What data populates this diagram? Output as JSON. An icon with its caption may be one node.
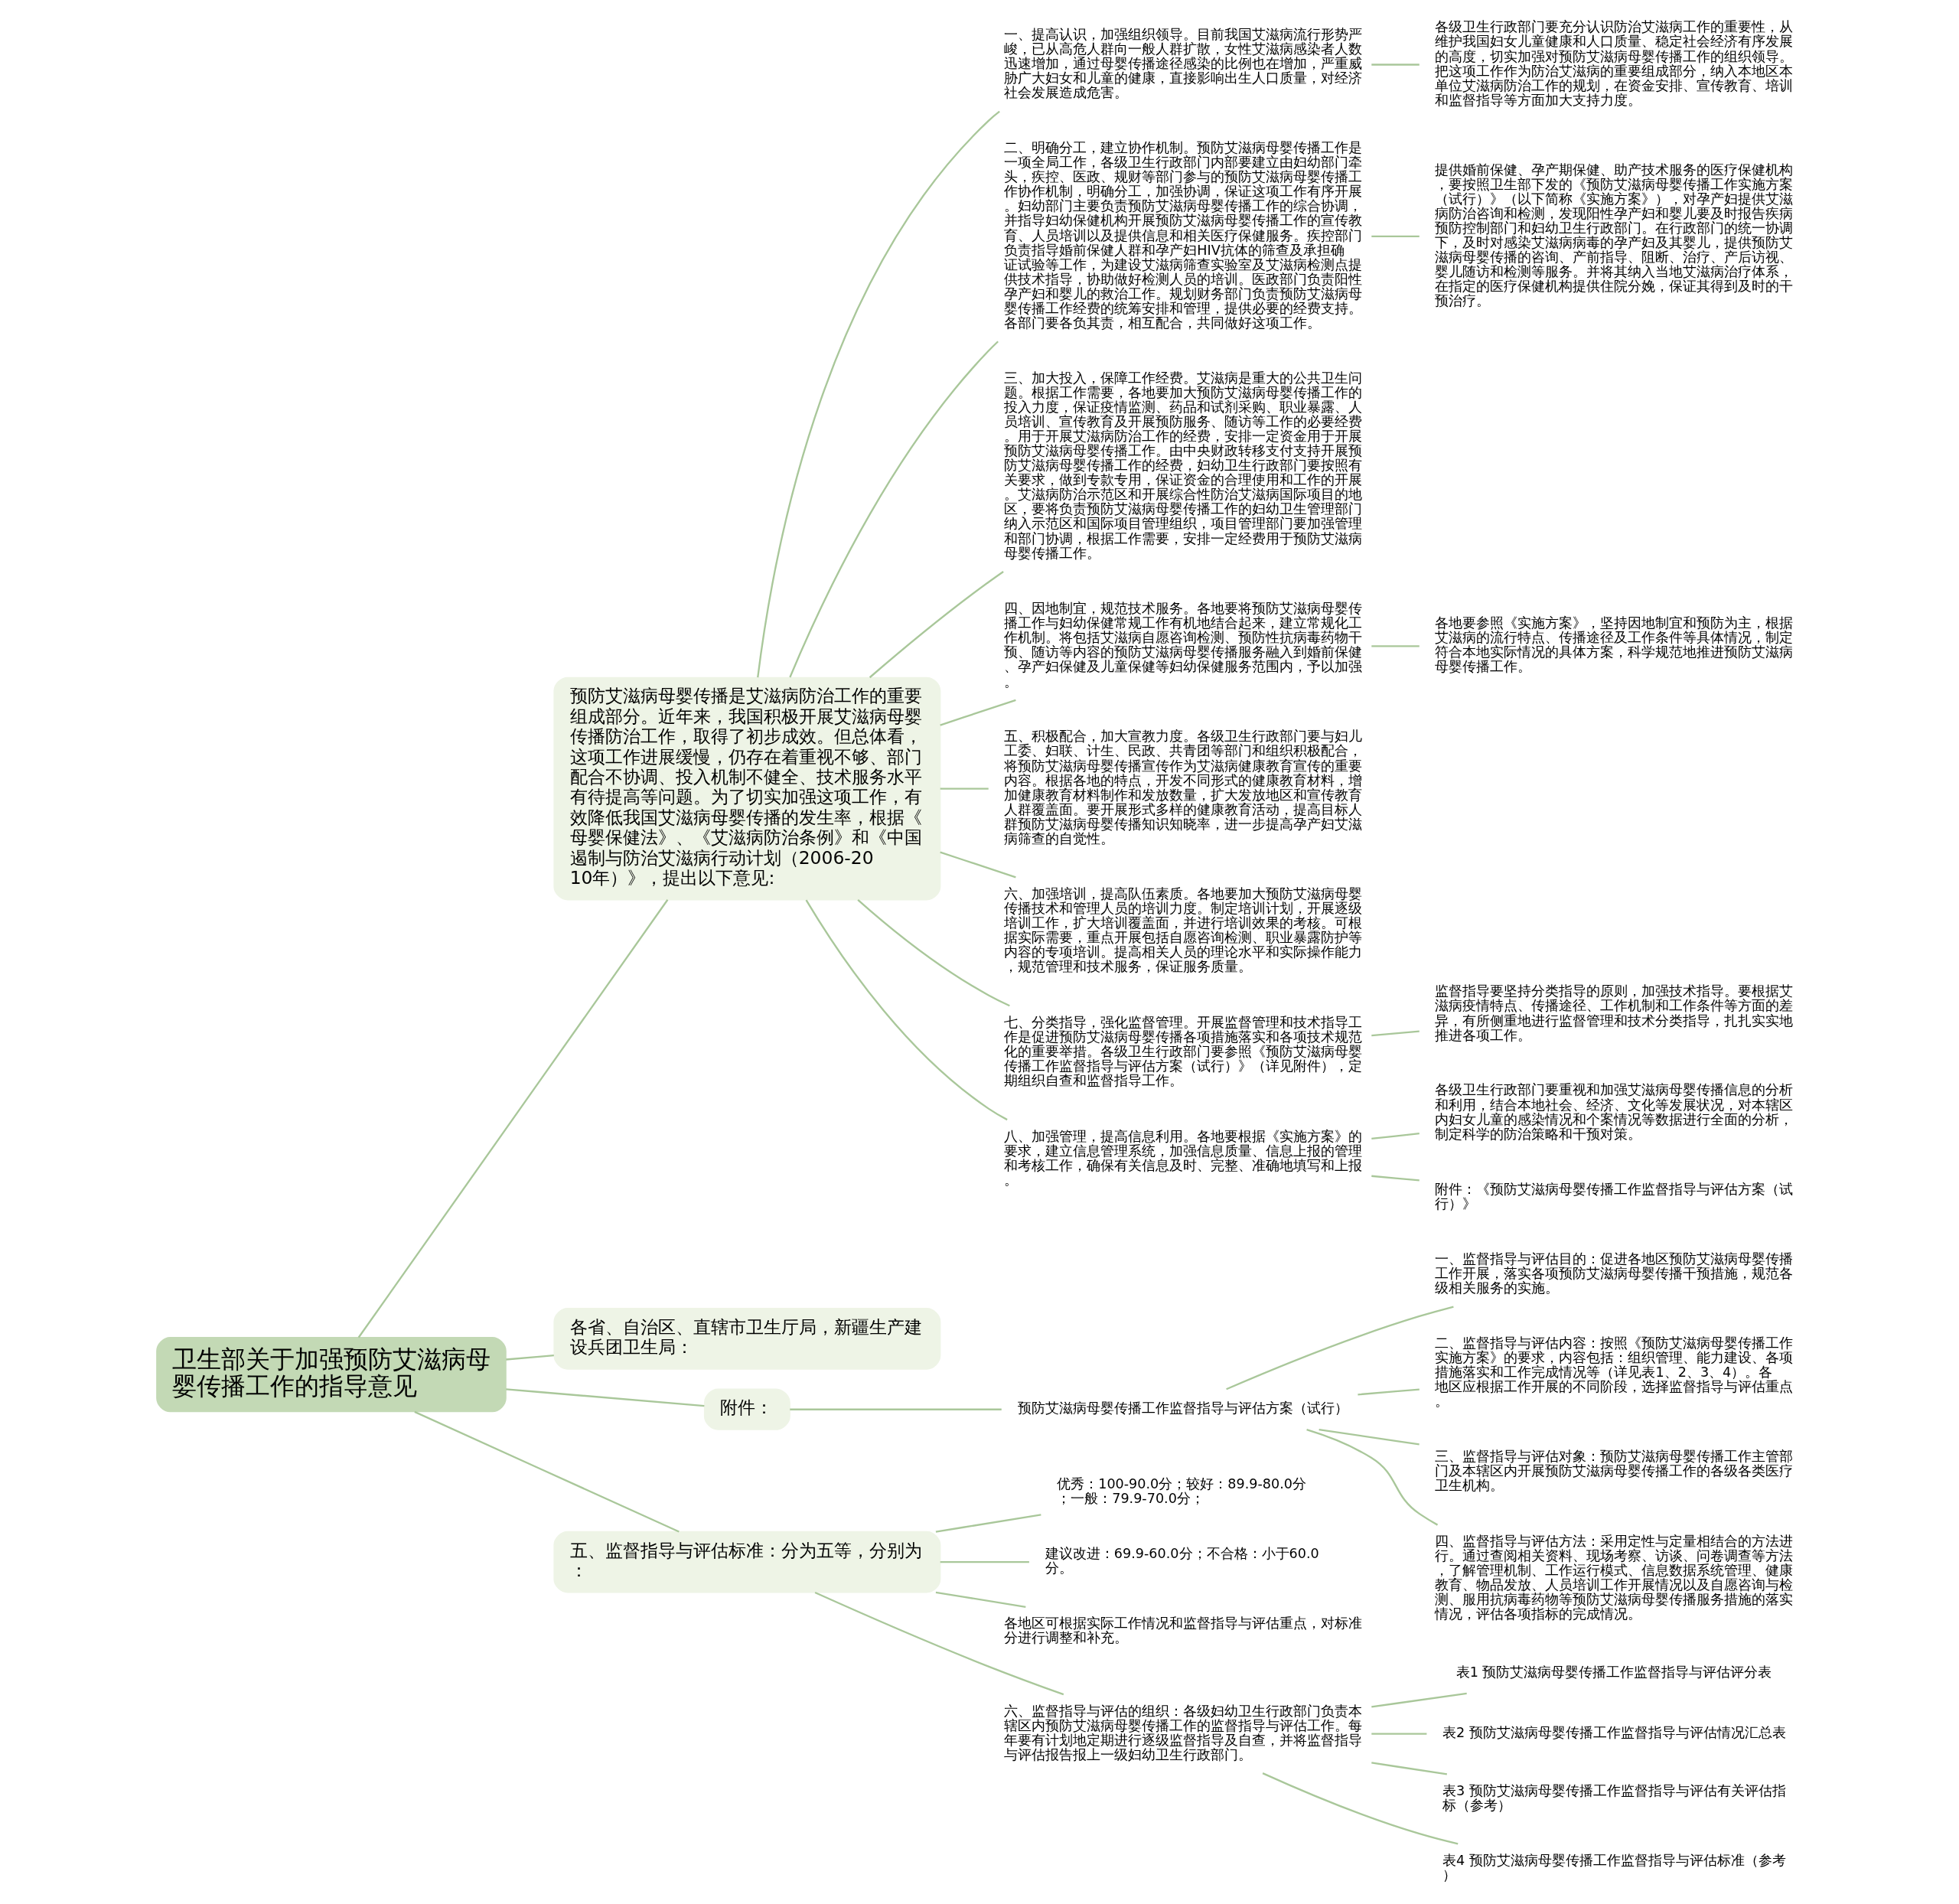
{
  "diagram": {
    "nodes": [
      {
        "text": [
          "卫生部关于加强预防艾滋病母婴传播工作的指导意见"
        ]
      },
      {
        "text": [
          "预防艾滋病母婴传播是艾滋病防治工作的重要组成部分。近年来，我国积极开展艾滋病母婴传播防治工作，取得了初步成效。但总体看，这项工作进展缓慢，仍存在着重视不够、部门配合不协调、投入机制不健全、技术服务水平有待提高等问题。为了切实加强这项工作，有效降低我国艾滋病母婴传播的发生率，根据《母婴保健法》、《艾滋病防治条例》和《中国遏制与防治艾滋病行动计划（2006-2010年）》，提出以下意见:"
        ]
      },
      {
        "text": [
          "一、提高认识，加强组织领导。目前我国艾滋病流行形势严峻，已从高危人群向一般人群扩散，女性艾滋病感染者人数迅速增加，通过母婴传播途径感染的比例也在增加，严重威胁广大妇女和儿童的健康，直接影响出生人口质量，对经济社会发展造成危害。"
        ]
      },
      {
        "text": [
          "各级卫生行政部门要充分认识防治艾滋病工作的重要性，从维护我国妇女儿童健康和人口质量、稳定社会经济有序发展的高度，切实加强对预防艾滋病母婴传播工作的组织领导。把这项工作作为防治艾滋病的重要组成部分，纳入本地区本单位艾滋病防治工作的规划，在资金安排、宣传教育、培训和监督指导等方面加大支持力度。"
        ]
      },
      {
        "text": [
          "二、明确分工，建立协作机制。预防艾滋病母婴传播工作是一项全局工作，各级卫生行政部门内部要建立由妇幼部门牵头，疾控、医政、规财等部门参与的预防艾滋病母婴传播工作协作机制，明确分工，加强协调，保证这项工作有序开展。妇幼部门主要负责预防艾滋病母婴传播工作的综合协调，并指导妇幼保健机构开展预防艾滋病母婴传播工作的宣传教育、人员培训以及提供信息和相关医疗保健服务。疾控部门负责指导婚前保健人群和孕产妇HIV抗体的筛查及承担确证试验等工作，为建设艾滋病筛查实验室及艾滋病检测点提供技术指导，协助做好检测人员的培训。医政部门负责阳性孕产妇和婴儿的救治工作。规划财务部门负责预防艾滋病母婴传播工作经费的统筹安排和管理，提供必要的经费支持。各部门要各负其责，相互配合，共同做好这项工作。"
        ]
      },
      {
        "text": [
          "提供婚前保健、孕产期保健、助产技术服务的医疗保健机构，要按照卫生部下发的《预防艾滋病母婴传播工作实施方案（试行）》（以下简称《实施方案》），对孕产妇提供艾滋病防治咨询和检测，发现阳性孕产妇和婴儿要及时报告疾病预防控制部门和妇幼卫生行政部门。在行政部门的统一协调下，及时对感染艾滋病病毒的孕产妇及其婴儿，提供预防艾滋病母婴传播的咨询、产前指导、阻断、治疗、产后访视、婴儿随访和检测等服务。并将其纳入当地艾滋病治疗体系，在指定的医疗保健机构提供住院分娩，保证其得到及时的干预治疗。"
        ]
      },
      {
        "text": [
          "三、加大投入，保障工作经费。艾滋病是重大的公共卫生问题。根据工作需要，各地要加大预防艾滋病母婴传播工作的投入力度，保证疫情监测、药品和试剂采购、职业暴露、人员培训、宣传教育及开展预防服务、随访等工作的必要经费。用于开展艾滋病防治工作的经费，安排一定资金用于开展预防艾滋病母婴传播工作。由中央财政转移支付支持开展预防艾滋病母婴传播工作的经费，妇幼卫生行政部门要按照有关要求，做到专款专用，保证资金的合理使用和工作的开展。艾滋病防治示范区和开展综合性防治艾滋病国际项目的地区，要将负责预防艾滋病母婴传播工作的妇幼卫生管理部门纳入示范区和国际项目管理组织，项目管理部门要加强管理和部门协调，根据工作需要，安排一定经费用于预防艾滋病母婴传播工作。"
        ]
      },
      {
        "text": [
          "四、因地制宜，规范技术服务。各地要将预防艾滋病母婴传播工作与妇幼保健常规工作有机地结合起来，建立常规化工作机制。将包括艾滋病自愿咨询检测、预防性抗病毒药物干预、随访等内容的预防艾滋病母婴传播服务融入到婚前保健、孕产妇保健及儿童保健等妇幼保健服务范围内，予以加强。"
        ]
      },
      {
        "text": [
          "各地要参照《实施方案》，坚持因地制宜和预防为主，根据艾滋病的流行特点、传播途径及工作条件等具体情况，制定符合本地实际情况的具体方案，科学规范地推进预防艾滋病母婴传播工作。"
        ]
      },
      {
        "text": [
          "五、积极配合，加大宣教力度。各级卫生行政部门要与妇儿工委、妇联、计生、民政、共青团等部门和组织积极配合，将预防艾滋病母婴传播宣传作为艾滋病健康教育宣传的重要内容。根据各地的特点，开发不同形式的健康教育材料，增加健康教育材料制作和发放数量，扩大发放地区和宣传教育人群覆盖面。要开展形式多样的健康教育活动，提高目标人群预防艾滋病母婴传播知识知晓率，进一步提高孕产妇艾滋病筛查的自觉性。"
        ]
      },
      {
        "text": [
          "六、加强培训，提高队伍素质。各地要加大预防艾滋病母婴传播技术和管理人员的培训力度。制定培训计划，开展逐级培训工作，扩大培训覆盖面，并进行培训效果的考核。可根据实际需要，重点开展包括自愿咨询检测、职业暴露防护等内容的专项培训。提高相关人员的理论水平和实际操作能力，规范管理和技术服务，保证服务质量。"
        ]
      },
      {
        "text": [
          "七、分类指导，强化监督管理。开展监督管理和技术指导工作是促进预防艾滋病母婴传播各项措施落实和各项技术规范化的重要举措。各级卫生行政部门要参照《预防艾滋病母婴传播工作监督指导与评估方案（试行）》（详见附件），定期组织自查和监督指导工作。"
        ]
      },
      {
        "text": [
          "监督指导要坚持分类指导的原则，加强技术指导。要根据艾滋病疫情特点、传播途径、工作机制和工作条件等方面的差异，有所侧重地进行监督管理和技术分类指导，扎扎实实地推进各项工作。"
        ]
      },
      {
        "text": [
          "八、加强管理，提高信息利用。各地要根据《实施方案》的要求，建立信息管理系统，加强信息质量、信息上报的管理和考核工作，确保有关信息及时、完整、准确地填写和上报。"
        ]
      },
      {
        "text": [
          "各级卫生行政部门要重视和加强艾滋病母婴传播信息的分析和利用，结合本地社会、经济、文化等发展状况，对本辖区内妇女儿童的感染情况和个案情况等数据进行全面的分析，制定科学的防治策略和干预对策。"
        ]
      },
      {
        "text": [
          "附件：《预防艾滋病母婴传播工作监督指导与评估方案（试行）》"
        ]
      },
      {
        "text": [
          "各省、自治区、直辖市卫生厅局，新疆生产建设兵团卫生局："
        ]
      },
      {
        "text": [
          "附件："
        ]
      },
      {
        "text": [
          "预防艾滋病母婴传播工作监督指导与评估方案（试行）"
        ]
      },
      {
        "text": [
          "一、监督指导与评估目的：促进各地区预防艾滋病母婴传播工作开展，落实各项预防艾滋病母婴传播干预措施，规范各级相关服务的实施。"
        ]
      },
      {
        "text": [
          "二、监督指导与评估内容：按照《预防艾滋病母婴传播工作实施方案》的要求，内容包括：组织管理、能力建设、各项措施落实和工作完成情况等（详见表1、2、3、4）。各地区应根据工作开展的不同阶段，选择监督指导与评估重点。"
        ]
      },
      {
        "text": [
          "三、监督指导与评估对象：预防艾滋病母婴传播工作主管部门及本辖区内开展预防艾滋病母婴传播工作的各级各类医疗卫生机构。"
        ]
      },
      {
        "text": [
          "四、监督指导与评估方法：采用定性与定量相结合的方法进行。通过查阅相关资料、现场考察、访谈、问卷调查等方法，了解管理机制、工作运行模式、信息数据系统管理、健康教育、物品发放、人员培训工作开展情况以及自愿咨询与检测、服用抗病毒药物等预防艾滋病母婴传播服务措施的落实情况，评估各项指标的完成情况。"
        ]
      },
      {
        "text": [
          "五、监督指导与评估标准：分为五等，分别为："
        ]
      },
      {
        "text": [
          "优秀：100-90.0分；较好：89.9-80.0分；一般：79.9-70.0分；"
        ]
      },
      {
        "text": [
          "建议改进：69.9-60.0分；不合格：小于60.0分。"
        ]
      },
      {
        "text": [
          "各地区可根据实际工作情况和监督指导与评估重点，对标准分进行调整和补充。"
        ]
      },
      {
        "text": [
          "六、监督指导与评估的组织：各级妇幼卫生行政部门负责本辖区内预防艾滋病母婴传播工作的监督指导与评估工作。每年要有计划地定期进行逐级监督指导及自查，并将监督指导与评估报告报上一级妇幼卫生行政部门。"
        ]
      },
      {
        "text": [
          "表1 预防艾滋病母婴传播工作监督指导与评估评分表"
        ]
      },
      {
        "text": [
          "表2 预防艾滋病母婴传播工作监督指导与评估情况汇总表"
        ]
      },
      {
        "text": [
          "表3 预防艾滋病母婴传播工作监督指导与评估有关评估指标（参考）"
        ]
      },
      {
        "text": [
          "表4 预防艾滋病母婴传播工作监督指导与评估标准（参考）"
        ]
      }
    ],
    "edges": [
      {
        "from": 0,
        "to": 1,
        "arrow": "none"
      },
      {
        "from": 1,
        "to": 2,
        "arrow": "none"
      },
      {
        "from": 2,
        "to": 3,
        "arrow": "none"
      },
      {
        "from": 1,
        "to": 4,
        "arrow": "none"
      },
      {
        "from": 4,
        "to": 5,
        "arrow": "none"
      },
      {
        "from": 1,
        "to": 6,
        "arrow": "none"
      },
      {
        "from": 1,
        "to": 7,
        "arrow": "none"
      },
      {
        "from": 7,
        "to": 8,
        "arrow": "none"
      },
      {
        "from": 1,
        "to": 9,
        "arrow": "none"
      },
      {
        "from": 1,
        "to": 10,
        "arrow": "none"
      },
      {
        "from": 1,
        "to": 11,
        "arrow": "none"
      },
      {
        "from": 11,
        "to": 12,
        "arrow": "none"
      },
      {
        "from": 1,
        "to": 13,
        "arrow": "none"
      },
      {
        "from": 13,
        "to": 14,
        "arrow": "none"
      },
      {
        "from": 13,
        "to": 15,
        "arrow": "none"
      },
      {
        "from": 0,
        "to": 16,
        "arrow": "none"
      },
      {
        "from": 0,
        "to": 17,
        "arrow": "none"
      },
      {
        "from": 17,
        "to": 18,
        "arrow": "none"
      },
      {
        "from": 18,
        "to": 19,
        "arrow": "none"
      },
      {
        "from": 18,
        "to": 20,
        "arrow": "none"
      },
      {
        "from": 18,
        "to": 21,
        "arrow": "none"
      },
      {
        "from": 18,
        "to": 22,
        "arrow": "none"
      },
      {
        "from": 0,
        "to": 23,
        "arrow": "none"
      },
      {
        "from": 23,
        "to": 24,
        "arrow": "none"
      },
      {
        "from": 23,
        "to": 25,
        "arrow": "none"
      },
      {
        "from": 23,
        "to": 26,
        "arrow": "none"
      },
      {
        "from": 23,
        "to": 27,
        "arrow": "none"
      },
      {
        "from": 27,
        "to": 28,
        "arrow": "none"
      },
      {
        "from": 27,
        "to": 29,
        "arrow": "none"
      },
      {
        "from": 27,
        "to": 30,
        "arrow": "none"
      },
      {
        "from": 27,
        "to": 31,
        "arrow": "none"
      }
    ]
  }
}
